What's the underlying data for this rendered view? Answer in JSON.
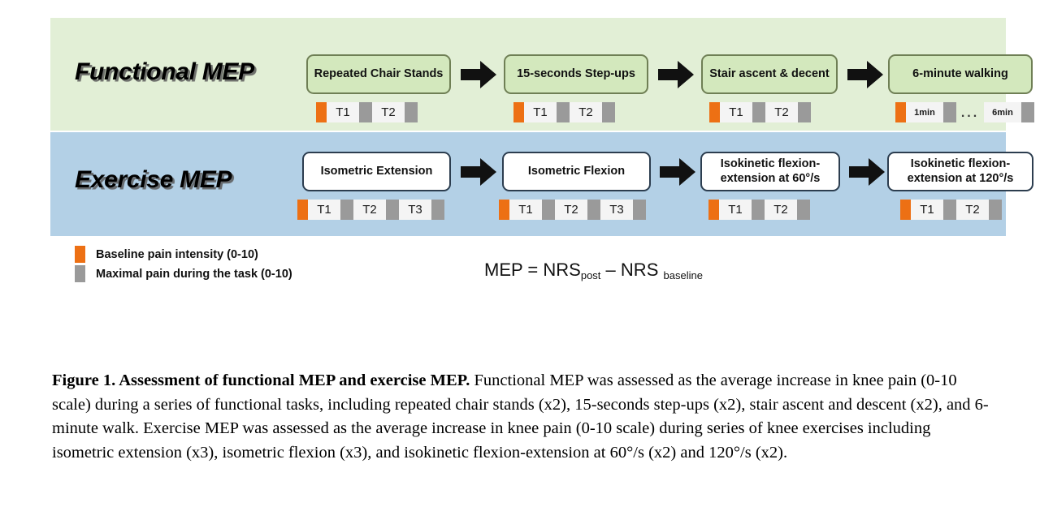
{
  "figure": {
    "rows": [
      {
        "title": "Functional MEP",
        "theme": "functional",
        "tasks": [
          {
            "label": "Repeated Chair Stands",
            "name": "task-repeated-chair-stands",
            "timepoints": [
              "T1",
              "T2"
            ],
            "has_ellipsis": false
          },
          {
            "label": "15-seconds Step-ups",
            "name": "task-15-seconds-step-ups",
            "timepoints": [
              "T1",
              "T2"
            ],
            "has_ellipsis": false
          },
          {
            "label": "Stair ascent & decent",
            "name": "task-stair-ascent-decent",
            "timepoints": [
              "T1",
              "T2"
            ],
            "has_ellipsis": false
          },
          {
            "label": "6-minute walking",
            "name": "task-6-minute-walking",
            "timepoints": [
              "1min",
              "6min"
            ],
            "has_ellipsis": true
          }
        ]
      },
      {
        "title": "Exercise MEP",
        "theme": "exercise",
        "tasks": [
          {
            "label": "Isometric Extension",
            "name": "task-isometric-extension",
            "timepoints": [
              "T1",
              "T2",
              "T3"
            ],
            "has_ellipsis": false
          },
          {
            "label": "Isometric Flexion",
            "name": "task-isometric-flexion",
            "timepoints": [
              "T1",
              "T2",
              "T3"
            ],
            "has_ellipsis": false
          },
          {
            "label": "Isokinetic flexion-extension at 60°/s",
            "name": "task-isokinetic-60",
            "timepoints": [
              "T1",
              "T2"
            ],
            "has_ellipsis": false
          },
          {
            "label": "Isokinetic flexion-extension at 120°/s",
            "name": "task-isokinetic-120",
            "timepoints": [
              "T1",
              "T2"
            ],
            "has_ellipsis": false
          }
        ]
      }
    ]
  },
  "legend": {
    "items": [
      {
        "swatch": "orange",
        "label": "Baseline pain intensity (0-10)"
      },
      {
        "swatch": "gray",
        "label": "Maximal pain during the task (0-10)"
      }
    ]
  },
  "formula": {
    "lhs": "MEP",
    "equals": "=",
    "term1": "NRS",
    "term1_sub": "post",
    "minus": "–",
    "term2": "NRS",
    "term2_sub": "baseline"
  },
  "caption": {
    "title": "Figure 1. Assessment of functional MEP and exercise MEP.",
    "body": " Functional MEP was assessed as the average increase in knee pain (0-10 scale) during a series of functional tasks, including repeated chair stands (x2), 15-seconds step-ups (x2), stair ascent and descent (x2), and 6-minute walk. Exercise MEP was assessed as the average increase in knee pain (0-10 scale) during series of knee exercises including isometric extension (x3), isometric flexion (x3), and isokinetic flexion-extension at 60°/s (x2) and 120°/s (x2)."
  },
  "colors": {
    "functional_panel": "#e2efd6",
    "exercise_panel": "#b3d0e6",
    "functional_box": "#d3e8bd",
    "functional_box_border": "#6f7f55",
    "exercise_box": "#ffffff",
    "exercise_box_border": "#2c3d4f",
    "baseline_marker": "#ed7014",
    "max_pain_marker": "#9a9a9a",
    "timepoint_cell": "#f4f4f4"
  }
}
